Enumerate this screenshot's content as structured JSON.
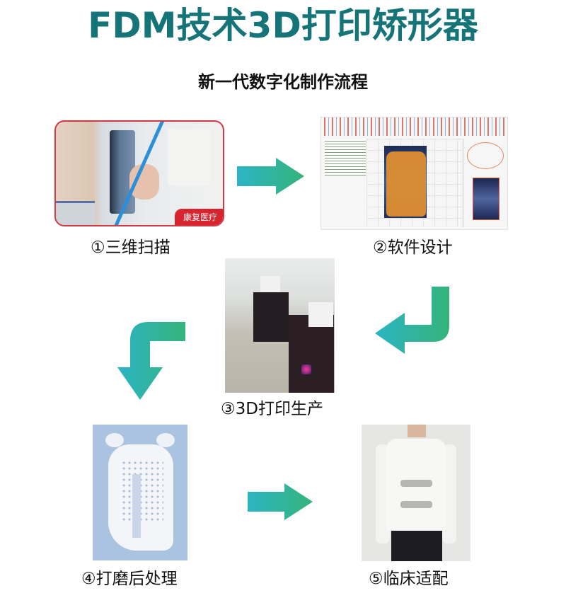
{
  "header": {
    "title": "FDM技术3D打印矫形器",
    "subtitle": "新一代数字化制作流程"
  },
  "colors": {
    "title": "#147478",
    "arrow_start": "#2bb5c4",
    "arrow_end": "#35b37a",
    "badge_red": "#d8242f"
  },
  "steps": [
    {
      "label": "①三维扫描",
      "image": "3d-scanning-photo",
      "badge": "康复医疗"
    },
    {
      "label": "②软件设计",
      "image": "brace-design-software-screenshot"
    },
    {
      "label": "③3D打印生产",
      "image": "3d-printer-factory-photo"
    },
    {
      "label": "④打磨后处理",
      "image": "finished-brace-photo"
    },
    {
      "label": "⑤临床适配",
      "image": "clinical-fitting-photo"
    }
  ],
  "arrows": [
    {
      "from": 1,
      "to": 2,
      "icon": "arrow-right-icon"
    },
    {
      "from": 2,
      "to": 3,
      "icon": "arrow-down-left-icon"
    },
    {
      "from": 3,
      "to": 4,
      "icon": "arrow-left-down-icon"
    },
    {
      "from": 4,
      "to": 5,
      "icon": "arrow-right-icon"
    }
  ]
}
